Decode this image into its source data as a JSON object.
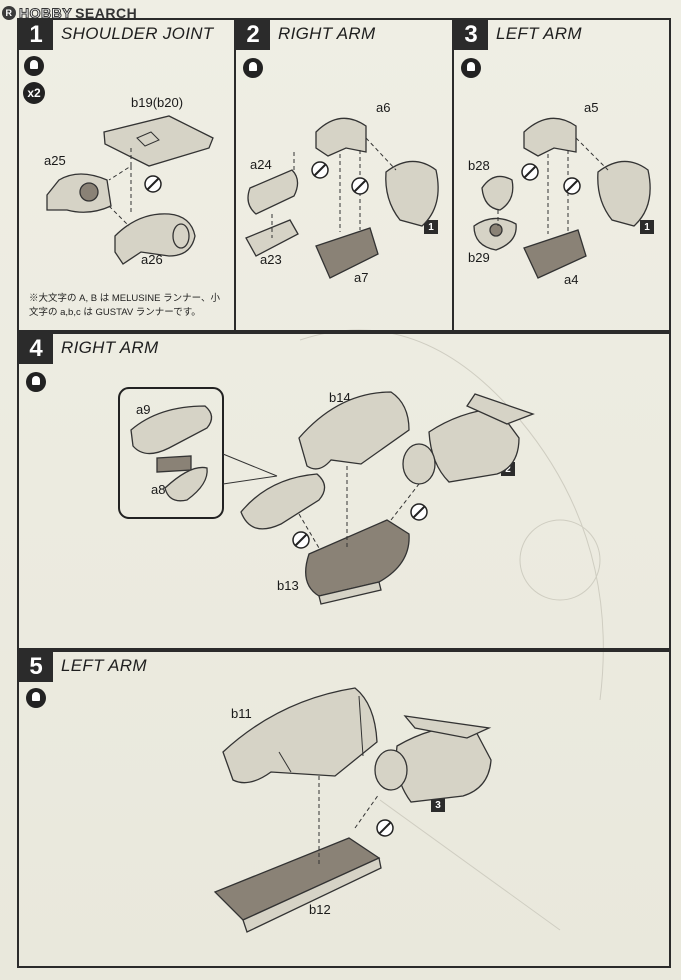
{
  "header": {
    "logo_text_outline": "HOBBY",
    "logo_text": "SEARCH",
    "logo_badge": "R"
  },
  "steps": [
    {
      "number": "1",
      "title": "SHOULDER JOINT",
      "count": "x2",
      "parts": [
        "b19(b20)",
        "a25",
        "a26"
      ],
      "note": [
        "※大文字の A, B は MELUSINE ランナー、小",
        "文字の a,b,c は GUSTAV ランナーです。"
      ]
    },
    {
      "number": "2",
      "title": "RIGHT ARM",
      "parts": [
        "a6",
        "a24",
        "a23",
        "a7"
      ],
      "ref": "1"
    },
    {
      "number": "3",
      "title": "LEFT ARM",
      "parts": [
        "a5",
        "b28",
        "b29",
        "a4"
      ],
      "ref": "1"
    },
    {
      "number": "4",
      "title": "RIGHT ARM",
      "parts": [
        "a9",
        "a8",
        "b14",
        "b13"
      ],
      "ref": "2"
    },
    {
      "number": "5",
      "title": "LEFT ARM",
      "parts": [
        "b11",
        "b12"
      ],
      "ref": "3"
    }
  ],
  "icons": {
    "cement": "cement-icon",
    "no_cement": "no-cement-icon",
    "repeat": "repeat-x2-icon"
  }
}
